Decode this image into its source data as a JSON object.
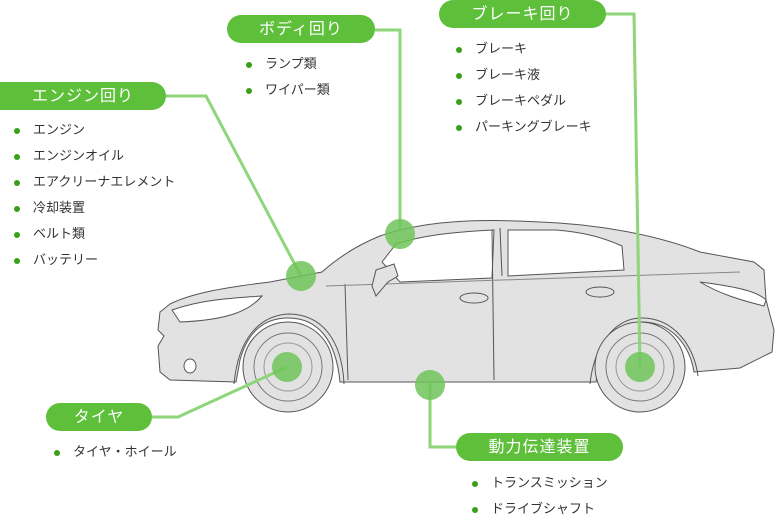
{
  "colors": {
    "accent": "#5dbf3a",
    "connector": "#8fd57a",
    "marker": "#6fc45a",
    "bullet": "#3aa018",
    "car_body": "#e2e2e2",
    "car_outline": "#555555"
  },
  "groups": {
    "engine": {
      "label": "エンジン回り",
      "items": [
        "エンジン",
        "エンジンオイル",
        "エアクリーナエレメント",
        "冷却装置",
        "ベルト類",
        "バッテリー"
      ]
    },
    "body": {
      "label": "ボディ回り",
      "items": [
        "ランプ類",
        "ワイパー類"
      ]
    },
    "brake": {
      "label": "ブレーキ回り",
      "items": [
        "ブレーキ",
        "ブレーキ液",
        "ブレーキペダル",
        "パーキングブレーキ"
      ]
    },
    "tire": {
      "label": "タイヤ",
      "items": [
        "タイヤ・ホイール"
      ]
    },
    "drivetrain": {
      "label": "動力伝達装置",
      "items": [
        "トランスミッション",
        "ドライブシャフト"
      ]
    }
  }
}
